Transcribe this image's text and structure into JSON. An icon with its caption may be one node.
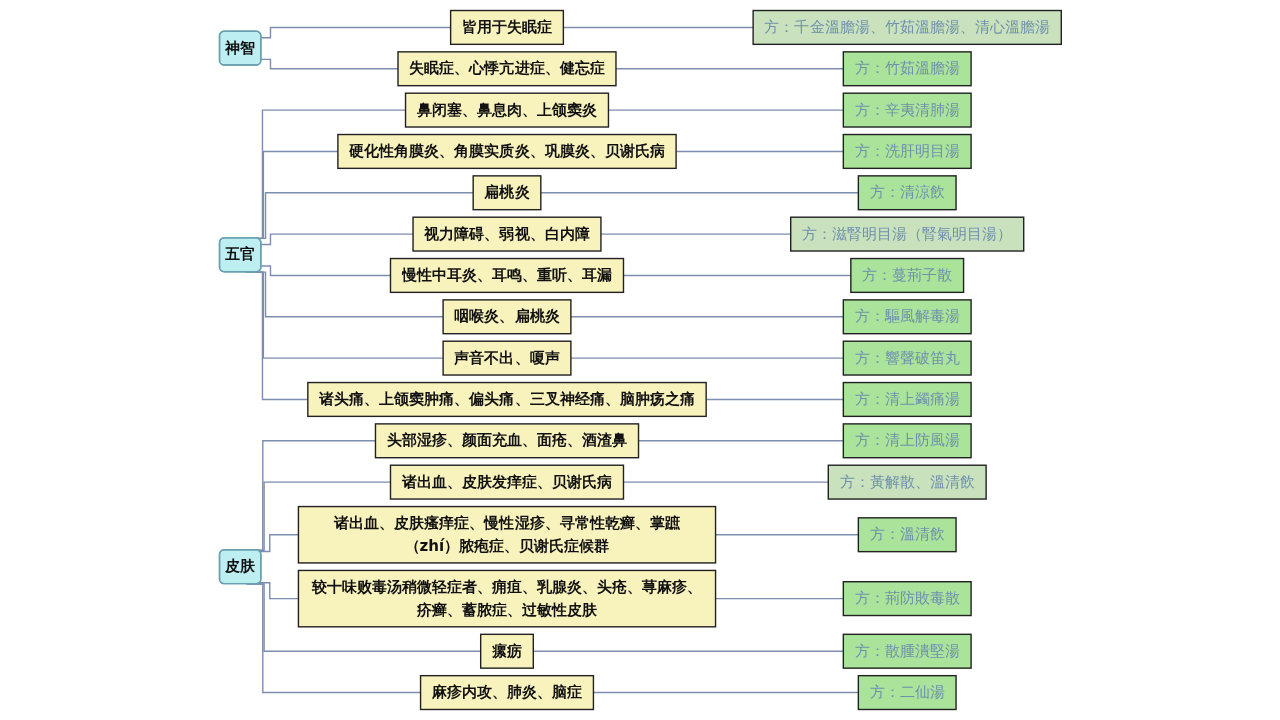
{
  "diagram": {
    "nodes": [
      {
        "text": [
          "神智"
        ]
      },
      {
        "text": [
          "皆用于失眠症"
        ]
      },
      {
        "text": [
          "方：千金溫膽湯、竹茹溫膽湯、清心溫膽湯"
        ]
      },
      {
        "text": [
          "失眠症、心悸亢进症、健忘症"
        ]
      },
      {
        "text": [
          "方：竹茹溫膽湯"
        ]
      },
      {
        "text": [
          "五官"
        ]
      },
      {
        "text": [
          "鼻闭塞、鼻息肉、上颌窦炎"
        ]
      },
      {
        "text": [
          "方：辛夷清肺湯"
        ]
      },
      {
        "text": [
          "硬化性角膜炎、角膜实质炎、巩膜炎、贝谢氏病"
        ]
      },
      {
        "text": [
          "方：洗肝明目湯"
        ]
      },
      {
        "text": [
          "扁桃炎"
        ]
      },
      {
        "text": [
          "方：清涼飲"
        ]
      },
      {
        "text": [
          "视力障碍、弱视、白内障"
        ]
      },
      {
        "text": [
          "方：滋腎明目湯（腎氣明目湯）"
        ]
      },
      {
        "text": [
          "慢性中耳炎、耳鸣、重听、耳漏"
        ]
      },
      {
        "text": [
          "方：蔓荊子散"
        ]
      },
      {
        "text": [
          "咽喉炎、扁桃炎"
        ]
      },
      {
        "text": [
          "方：驅風解毒湯"
        ]
      },
      {
        "text": [
          "声音不出、嗄声"
        ]
      },
      {
        "text": [
          "方：響聲破笛丸"
        ]
      },
      {
        "text": [
          "诸头痛、上颌窦肿痛、偏头痛、三叉神经痛、脑肿疡之痛"
        ]
      },
      {
        "text": [
          "方：清上蠲痛湯"
        ]
      },
      {
        "text": [
          "皮肤"
        ]
      },
      {
        "text": [
          "头部湿疹、颜面充血、面疮、酒渣鼻"
        ]
      },
      {
        "text": [
          "方：清上防風湯"
        ]
      },
      {
        "text": [
          "诸出血、皮肤发痒症、贝谢氏病"
        ]
      },
      {
        "text": [
          "方：黃解散、溫清飲"
        ]
      },
      {
        "text": [
          "诸出血、皮肤瘙痒症、慢性湿疹、寻常性乾癣、掌蹠（zhí）脓疱症、贝谢氏症候群"
        ]
      },
      {
        "text": [
          "方：溫清飲"
        ]
      },
      {
        "text": [
          "较十味败毒汤稍微轻症者、痈疽、乳腺炎、头疮、荨麻疹、疥癣、蓄脓症、过敏性皮肤"
        ]
      },
      {
        "text": [
          "方：荊防敗毒散"
        ]
      },
      {
        "text": [
          "瘰疬"
        ]
      },
      {
        "text": [
          "方：散腫潰堅湯"
        ]
      },
      {
        "text": [
          "麻疹内攻、肺炎、脑症"
        ]
      },
      {
        "text": [
          "方：二仙湯"
        ]
      }
    ],
    "edges": [
      {
        "from": 0,
        "to": 1,
        "arrow": "none"
      },
      {
        "from": 1,
        "to": 2,
        "arrow": "none"
      },
      {
        "from": 0,
        "to": 3,
        "arrow": "none"
      },
      {
        "from": 3,
        "to": 4,
        "arrow": "none"
      },
      {
        "from": 5,
        "to": 6,
        "arrow": "none"
      },
      {
        "from": 6,
        "to": 7,
        "arrow": "none"
      },
      {
        "from": 5,
        "to": 8,
        "arrow": "none"
      },
      {
        "from": 8,
        "to": 9,
        "arrow": "none"
      },
      {
        "from": 5,
        "to": 10,
        "arrow": "none"
      },
      {
        "from": 10,
        "to": 11,
        "arrow": "none"
      },
      {
        "from": 5,
        "to": 12,
        "arrow": "none"
      },
      {
        "from": 12,
        "to": 13,
        "arrow": "none"
      },
      {
        "from": 5,
        "to": 14,
        "arrow": "none"
      },
      {
        "from": 14,
        "to": 15,
        "arrow": "none"
      },
      {
        "from": 5,
        "to": 16,
        "arrow": "none"
      },
      {
        "from": 16,
        "to": 17,
        "arrow": "none"
      },
      {
        "from": 5,
        "to": 18,
        "arrow": "none"
      },
      {
        "from": 18,
        "to": 19,
        "arrow": "none"
      },
      {
        "from": 5,
        "to": 20,
        "arrow": "none"
      },
      {
        "from": 20,
        "to": 21,
        "arrow": "none"
      },
      {
        "from": 22,
        "to": 23,
        "arrow": "none"
      },
      {
        "from": 23,
        "to": 24,
        "arrow": "none"
      },
      {
        "from": 22,
        "to": 25,
        "arrow": "none"
      },
      {
        "from": 25,
        "to": 26,
        "arrow": "none"
      },
      {
        "from": 22,
        "to": 27,
        "arrow": "none"
      },
      {
        "from": 27,
        "to": 28,
        "arrow": "none"
      },
      {
        "from": 22,
        "to": 29,
        "arrow": "none"
      },
      {
        "from": 29,
        "to": 30,
        "arrow": "none"
      },
      {
        "from": 22,
        "to": 31,
        "arrow": "none"
      },
      {
        "from": 31,
        "to": 32,
        "arrow": "none"
      },
      {
        "from": 22,
        "to": 33,
        "arrow": "none"
      },
      {
        "from": 33,
        "to": 34,
        "arrow": "none"
      }
    ]
  }
}
